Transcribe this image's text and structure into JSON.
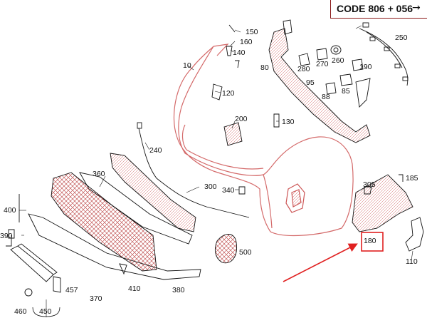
{
  "header": {
    "code": "CODE 806 + 056",
    "arrow_glyph": "→"
  },
  "labels": {
    "p10": "10",
    "p80": "80",
    "p85": "85",
    "p88": "88",
    "p95": "95",
    "p110": "110",
    "p120": "120",
    "p130": "130",
    "p140": "140",
    "p150": "150",
    "p160": "160",
    "p180": "180",
    "p185": "185",
    "p190": "190",
    "p200": "200",
    "p240": "240",
    "p250": "250",
    "p260": "260",
    "p270": "270",
    "p280": "280",
    "p300": "300",
    "p305": "305",
    "p340": "340",
    "p360": "360",
    "p370": "370",
    "p380": "380",
    "p390": "390",
    "p400": "400",
    "p410": "410",
    "p450": "450",
    "p457": "457",
    "p460": "460",
    "p500": "500"
  },
  "colors": {
    "line": "#d46a6a",
    "ink": "#111111",
    "highlight": "#e02020"
  },
  "highlight": {
    "part": "180"
  }
}
